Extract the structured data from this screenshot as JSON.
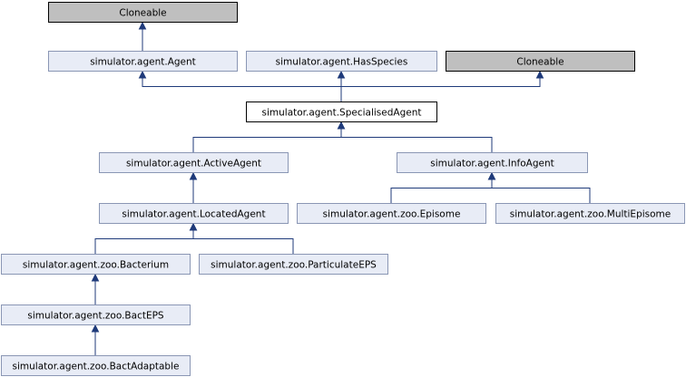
{
  "colors": {
    "class_fill": "#e8ecf6",
    "class_border": "#8a96b4",
    "current_fill": "#ffffff",
    "current_border": "#000000",
    "external_fill": "#bfbfbf",
    "external_border": "#000000",
    "edge": "#1f3a7a"
  },
  "nodes": [
    {
      "id": "cloneable-top",
      "label": "Cloneable",
      "kind": "external"
    },
    {
      "id": "agent",
      "label": "simulator.agent.Agent",
      "kind": "class"
    },
    {
      "id": "hasspecies",
      "label": "simulator.agent.HasSpecies",
      "kind": "class"
    },
    {
      "id": "cloneable-right",
      "label": "Cloneable",
      "kind": "external"
    },
    {
      "id": "specialised",
      "label": "simulator.agent.SpecialisedAgent",
      "kind": "current"
    },
    {
      "id": "active",
      "label": "simulator.agent.ActiveAgent",
      "kind": "class"
    },
    {
      "id": "info",
      "label": "simulator.agent.InfoAgent",
      "kind": "class"
    },
    {
      "id": "located",
      "label": "simulator.agent.LocatedAgent",
      "kind": "class"
    },
    {
      "id": "episome",
      "label": "simulator.agent.zoo.Episome",
      "kind": "class"
    },
    {
      "id": "multiepisome",
      "label": "simulator.agent.zoo.MultiEpisome",
      "kind": "class"
    },
    {
      "id": "bacterium",
      "label": "simulator.agent.zoo.Bacterium",
      "kind": "class"
    },
    {
      "id": "particulate",
      "label": "simulator.agent.zoo.ParticulateEPS",
      "kind": "class"
    },
    {
      "id": "bacteps",
      "label": "simulator.agent.zoo.BactEPS",
      "kind": "class"
    },
    {
      "id": "bactadaptable",
      "label": "simulator.agent.zoo.BactAdaptable",
      "kind": "class"
    }
  ],
  "edges": [
    {
      "from": "agent",
      "to": "cloneable-top"
    },
    {
      "from": "specialised",
      "to": "agent"
    },
    {
      "from": "specialised",
      "to": "hasspecies"
    },
    {
      "from": "specialised",
      "to": "cloneable-right"
    },
    {
      "from": "active",
      "to": "specialised"
    },
    {
      "from": "info",
      "to": "specialised"
    },
    {
      "from": "located",
      "to": "active"
    },
    {
      "from": "episome",
      "to": "info"
    },
    {
      "from": "multiepisome",
      "to": "info"
    },
    {
      "from": "bacterium",
      "to": "located"
    },
    {
      "from": "particulate",
      "to": "located"
    },
    {
      "from": "bacteps",
      "to": "bacterium"
    },
    {
      "from": "bactadaptable",
      "to": "bacteps"
    }
  ]
}
